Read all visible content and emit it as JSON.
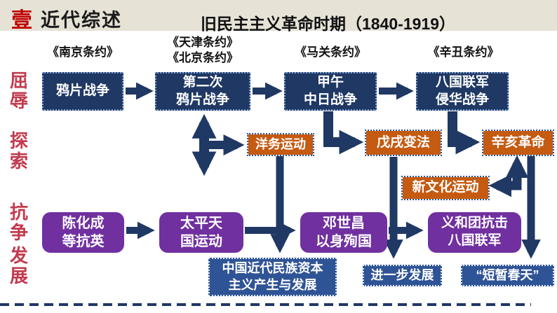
{
  "header": {
    "badge": "壹",
    "section": "近代综述",
    "title": "旧民主主义革命时期（1840-1919）"
  },
  "row_labels": {
    "humiliation": "屈辱",
    "exploration": "探索",
    "resistance": "抗争",
    "development": "发展"
  },
  "treaties": {
    "nanjing": "《南京条约》",
    "tianjin_beijing": "《天津条约》\n《北京条约》",
    "maguan": "《马关条约》",
    "xinchou": "《辛丑条约》"
  },
  "wars": {
    "opium": "鸦片战争",
    "second_opium": "第二次\n鸦片战争",
    "jiawu": "甲午\n中日战争",
    "eight_nation": "八国联军\n侵华战争"
  },
  "explorations": {
    "yangwu": "洋务运动",
    "wuxu": "戊戌变法",
    "xinhai": "辛亥革命",
    "new_culture": "新文化运动"
  },
  "resistances": {
    "chen_huacheng": "陈化成\n等抗英",
    "taiping": "太平天\n国运动",
    "deng_shichang": "邓世昌\n以身殉国",
    "yihetuan": "义和团抗击\n八国联军"
  },
  "developments": {
    "capitalism": "中国近代民族资本\n主义产生与发展",
    "further": "进一步发展",
    "brief_spring": "“短暂春天”"
  },
  "colors": {
    "navy": "#1f3864",
    "navy_light": "#2f5496",
    "orange": "#c55a11",
    "purple": "#7030a0",
    "label_red": "#c13b4e",
    "badge_red": "#c00000",
    "header_bg": "#e6e2d6",
    "border_dot_light": "#7ea1d4"
  }
}
